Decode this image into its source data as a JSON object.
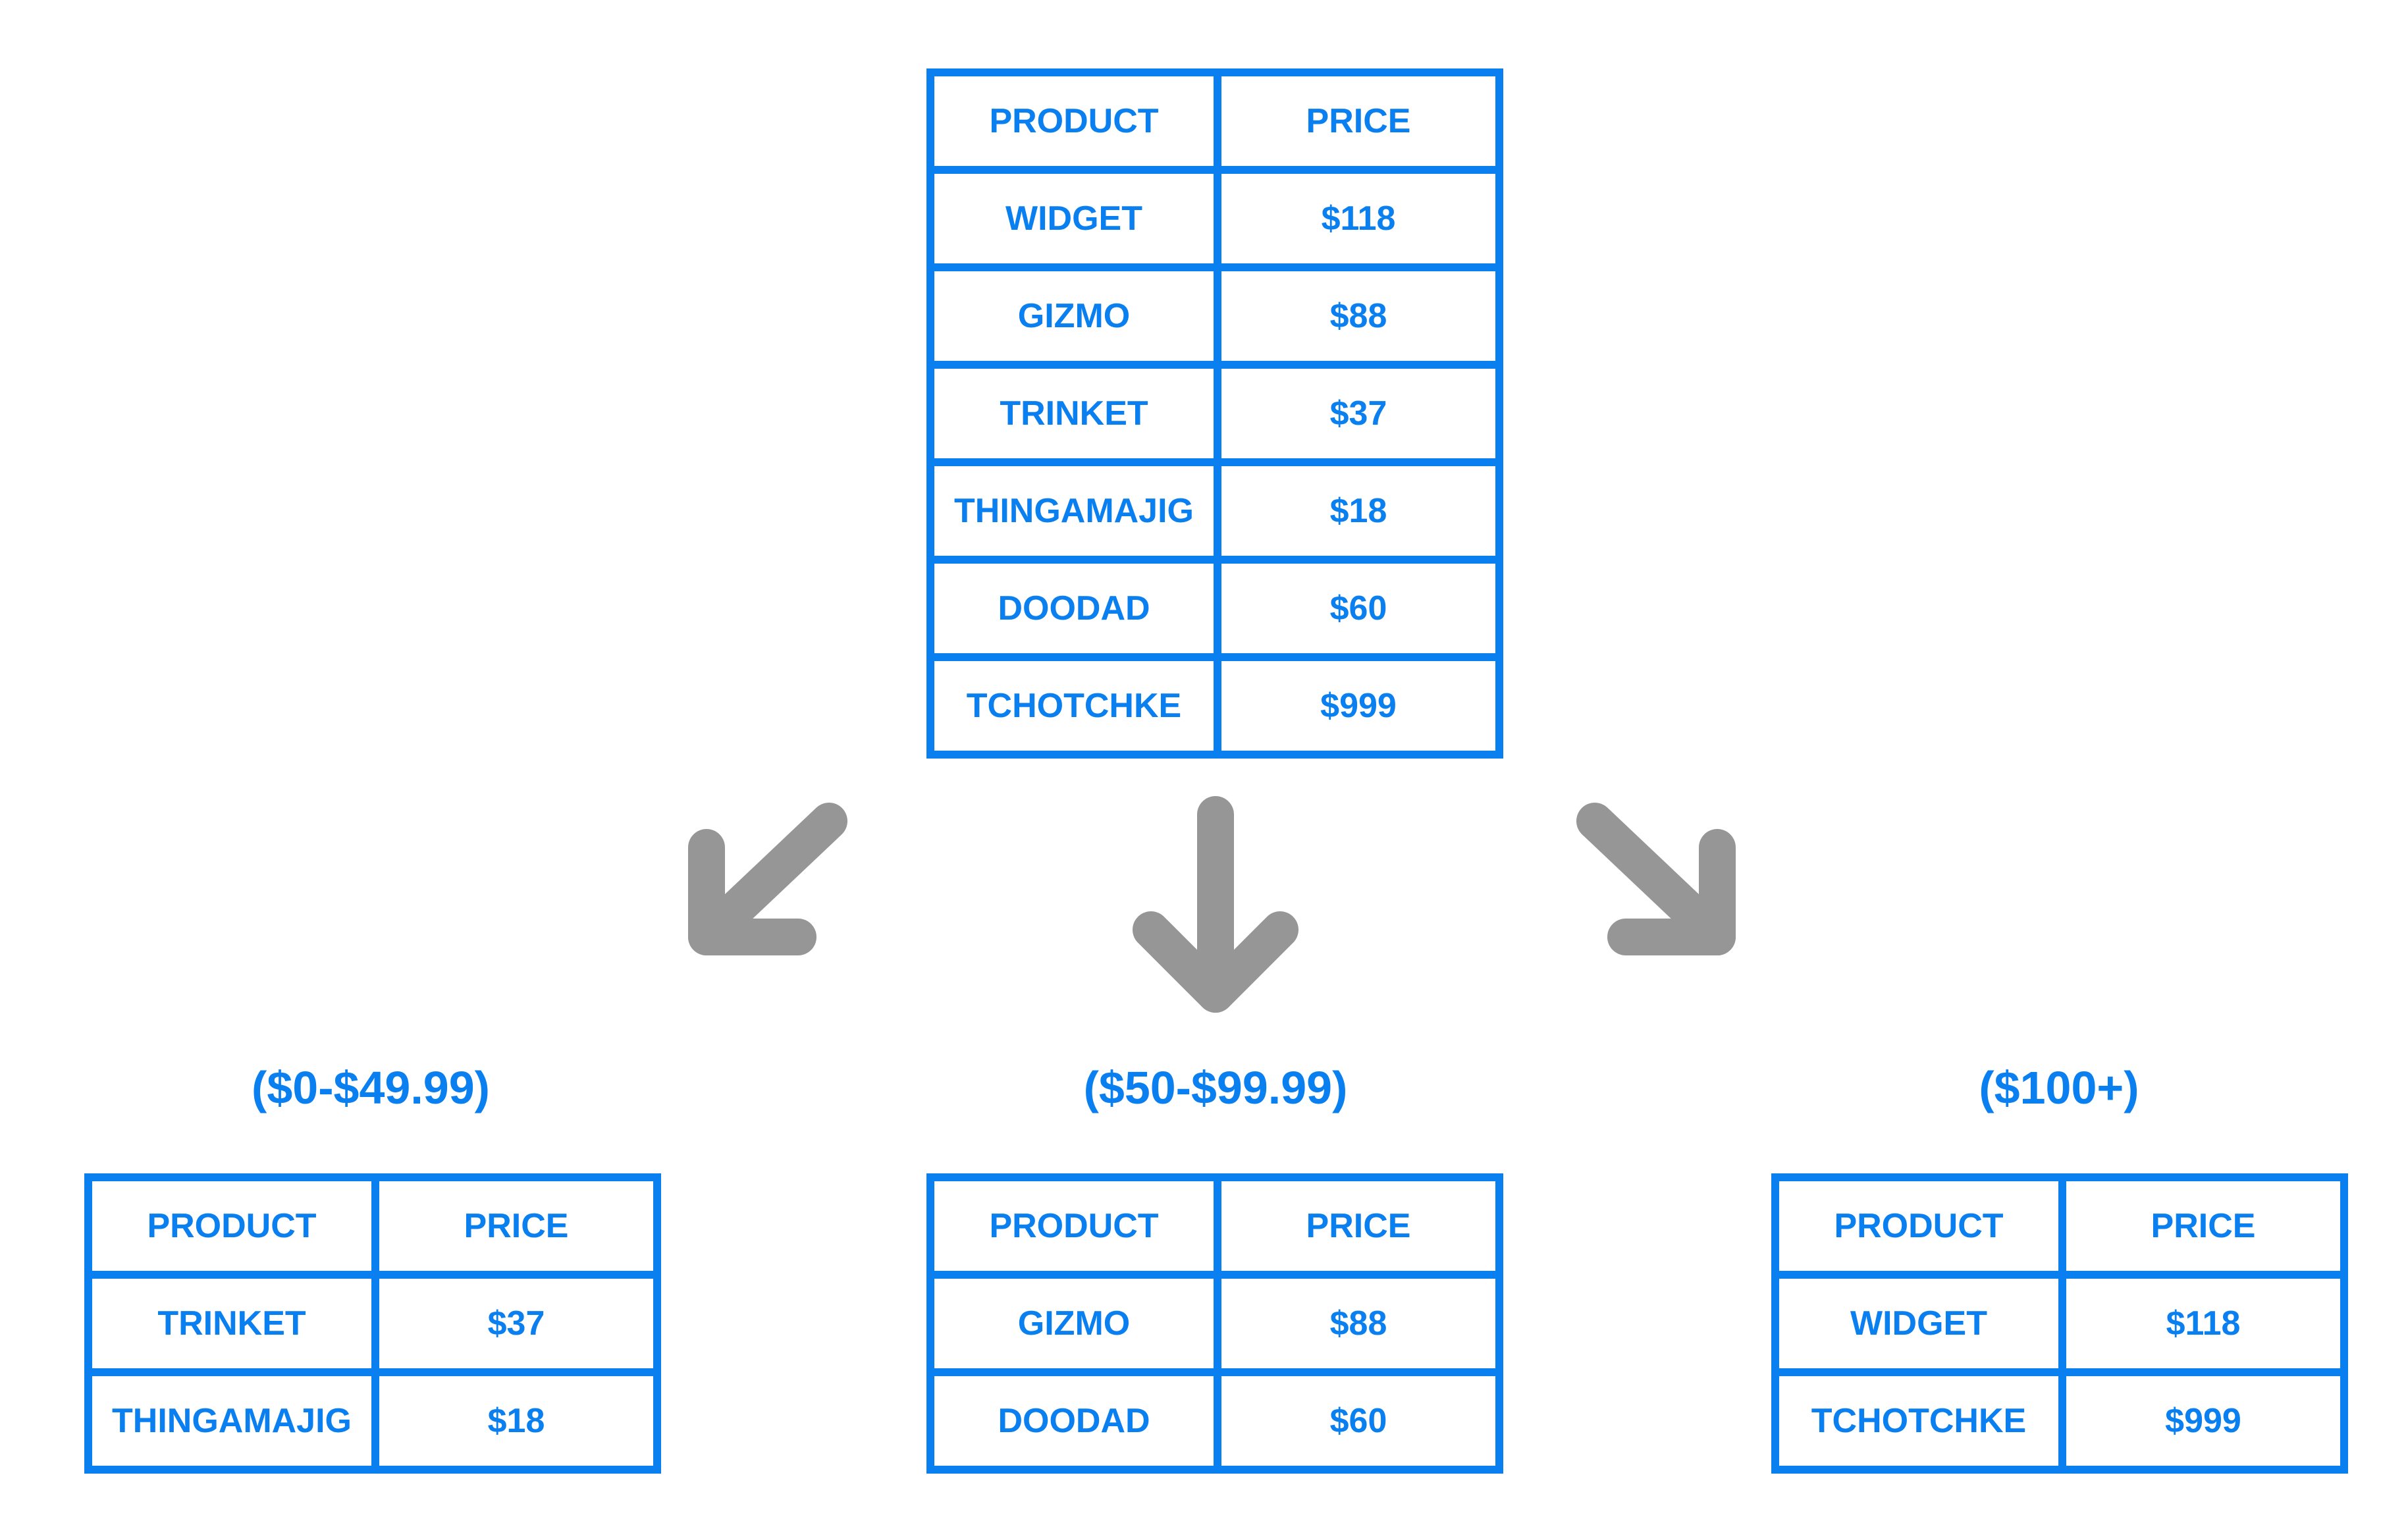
{
  "main_table": {
    "headers": [
      "PRODUCT",
      "PRICE"
    ],
    "rows": [
      [
        "WIDGET",
        "$118"
      ],
      [
        "GIZMO",
        "$88"
      ],
      [
        "TRINKET",
        "$37"
      ],
      [
        "THINGAMAJIG",
        "$18"
      ],
      [
        "DOODAD",
        "$60"
      ],
      [
        "TCHOTCHKE",
        "$999"
      ]
    ]
  },
  "groups": [
    {
      "label": "($0-$49.99)",
      "headers": [
        "PRODUCT",
        "PRICE"
      ],
      "rows": [
        [
          "TRINKET",
          "$37"
        ],
        [
          "THINGAMAJIG",
          "$18"
        ]
      ]
    },
    {
      "label": "($50-$99.99)",
      "headers": [
        "PRODUCT",
        "PRICE"
      ],
      "rows": [
        [
          "GIZMO",
          "$88"
        ],
        [
          "DOODAD",
          "$60"
        ]
      ]
    },
    {
      "label": "($100+)",
      "headers": [
        "PRODUCT",
        "PRICE"
      ],
      "rows": [
        [
          "WIDGET",
          "$118"
        ],
        [
          "TCHOTCHKE",
          "$999"
        ]
      ]
    }
  ],
  "colors": {
    "table_blue": "#0a7ff0",
    "arrow_gray": "#969696"
  },
  "icons": [
    "arrow-down-left-icon",
    "arrow-down-icon",
    "arrow-down-right-icon"
  ]
}
